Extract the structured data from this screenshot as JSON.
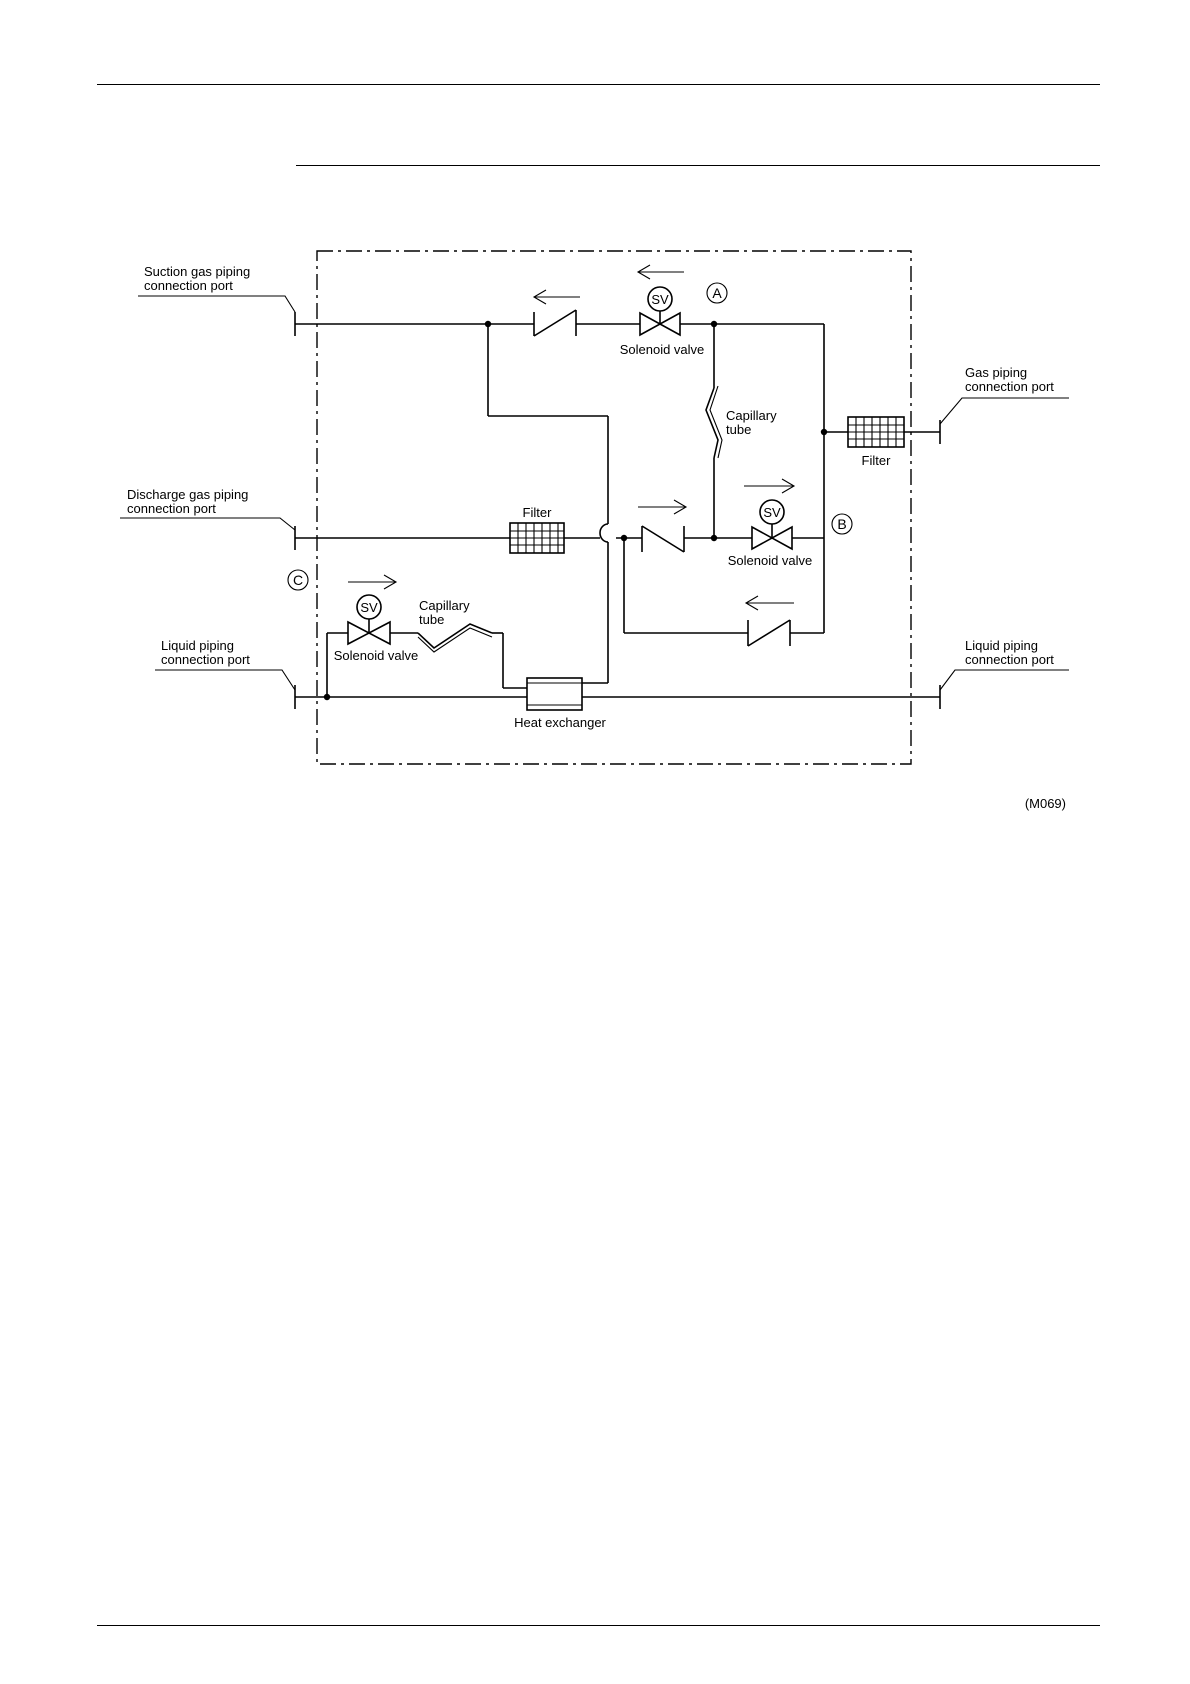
{
  "labels": {
    "suction_port": [
      "Suction gas piping",
      "connection port"
    ],
    "discharge_port": [
      "Discharge gas piping",
      "connection port"
    ],
    "liquid_port_left": [
      "Liquid piping",
      "connection port"
    ],
    "gas_port": [
      "Gas piping",
      "connection port"
    ],
    "liquid_port_right": [
      "Liquid piping",
      "connection port"
    ],
    "solenoid_a": "Solenoid valve",
    "solenoid_b": "Solenoid valve",
    "solenoid_c": "Solenoid valve",
    "sv_a": "SV",
    "sv_b": "SV",
    "sv_c": "SV",
    "capillary_right": [
      "Capillary",
      "tube"
    ],
    "capillary_left": [
      "Capillary",
      "tube"
    ],
    "filter_discharge": "Filter",
    "filter_gas": "Filter",
    "heat_exchanger": "Heat exchanger",
    "point_a": "A",
    "point_b": "B",
    "point_c": "C",
    "figure_code": "(M069)"
  }
}
